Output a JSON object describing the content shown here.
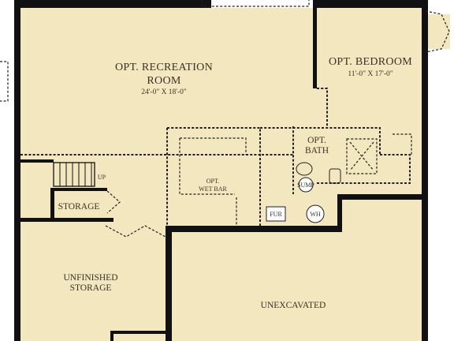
{
  "rooms": {
    "recreation": {
      "line1": "OPT. RECREATION",
      "line2": "ROOM",
      "dims": "24'-0\" X 18'-0\""
    },
    "bedroom": {
      "name": "OPT. BEDROOM",
      "dims": "11'-0\" X 17'-0\""
    },
    "bath": {
      "line1": "OPT.",
      "line2": "BATH"
    },
    "wet_bar": {
      "line1": "OPT.",
      "line2": "WET BAR"
    },
    "storage": {
      "name": "STORAGE"
    },
    "unfinished": {
      "line1": "UNFINISHED",
      "line2": "STORAGE"
    },
    "unexcavated": {
      "name": "UNEXCAVATED"
    }
  },
  "fixtures": {
    "stair_up": "UP",
    "sump": "SUMP",
    "furnace": "FUR",
    "water_heater": "WH"
  },
  "colors": {
    "finished_floor": "#f2e7bf",
    "walls": "#111111",
    "background": "#ffffff"
  }
}
